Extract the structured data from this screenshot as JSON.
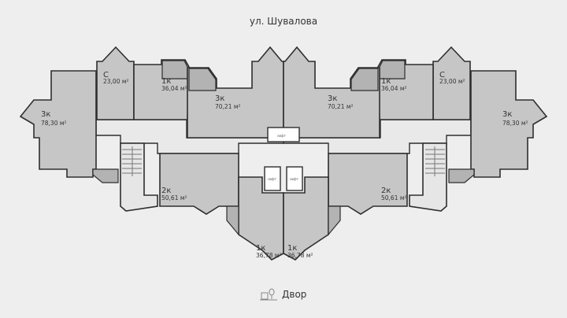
{
  "street_label": "ул. Шувалова",
  "yard_label": "Двор",
  "yard_icon": "courtyard-icon",
  "lift_label": "лифт",
  "colors": {
    "unit_fill": "#c6c6c6",
    "background": "#eeeeee",
    "walls": "#2e2e2e"
  },
  "units": [
    {
      "type": "3к",
      "area": "78,30 м²"
    },
    {
      "type": "С",
      "area": "23,00 м²"
    },
    {
      "type": "1к",
      "area": "36,04 м²"
    },
    {
      "type": "3к",
      "area": "70,21 м²"
    },
    {
      "type": "2к",
      "area": "50,61 м²"
    },
    {
      "type": "1к",
      "area": "36,78 м²"
    },
    {
      "type": "1к",
      "area": "36,78 м²"
    },
    {
      "type": "2к",
      "area": "50,61 м²"
    },
    {
      "type": "3к",
      "area": "70,21 м²"
    },
    {
      "type": "1к",
      "area": "36,04 м²"
    },
    {
      "type": "С",
      "area": "23,00 м²"
    },
    {
      "type": "3к",
      "area": "78,30 м²"
    }
  ]
}
